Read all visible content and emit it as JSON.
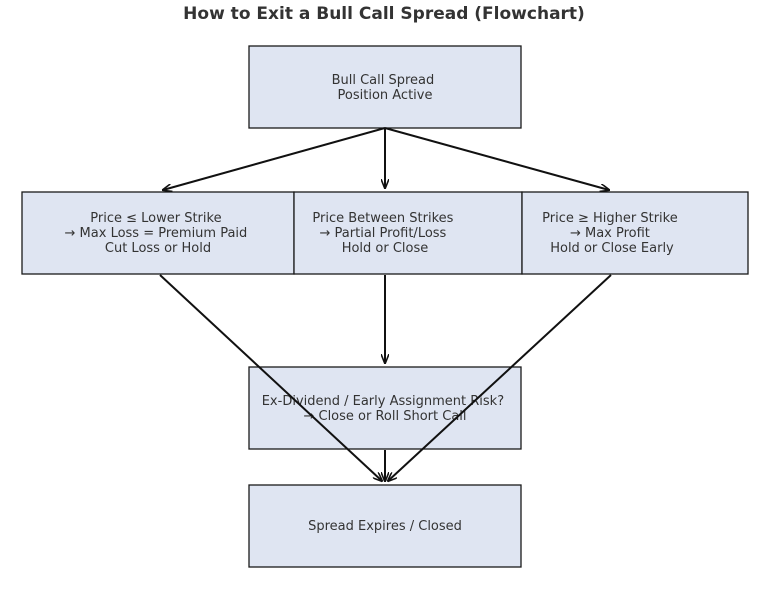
{
  "title": "How to Exit a Bull Call Spread (Flowchart)",
  "colors": {
    "box_fill": "#dfe5f2",
    "box_stroke": "#1a1a1a",
    "arrow": "#111111",
    "text": "#333333"
  },
  "nodes": {
    "start": [
      "Bull Call Spread",
      "Position Active"
    ],
    "below_lower": [
      "Price ≤ Lower Strike",
      "→ Max Loss = Premium Paid",
      "Cut Loss or Hold"
    ],
    "between": [
      "Price Between Strikes",
      "→ Partial Profit/Loss",
      "Hold or Close"
    ],
    "above_higher": [
      "Price ≥ Higher Strike",
      "→ Max Profit",
      "Hold or Close Early"
    ],
    "assignment_risk": [
      "Ex-Dividend / Early Assignment Risk?",
      "→ Close or Roll Short Call"
    ],
    "end": [
      "Spread Expires / Closed"
    ]
  },
  "edges": [
    [
      "start",
      "below_lower"
    ],
    [
      "start",
      "between"
    ],
    [
      "start",
      "above_higher"
    ],
    [
      "between",
      "assignment_risk"
    ],
    [
      "below_lower",
      "end"
    ],
    [
      "above_higher",
      "end"
    ],
    [
      "assignment_risk",
      "end"
    ]
  ]
}
